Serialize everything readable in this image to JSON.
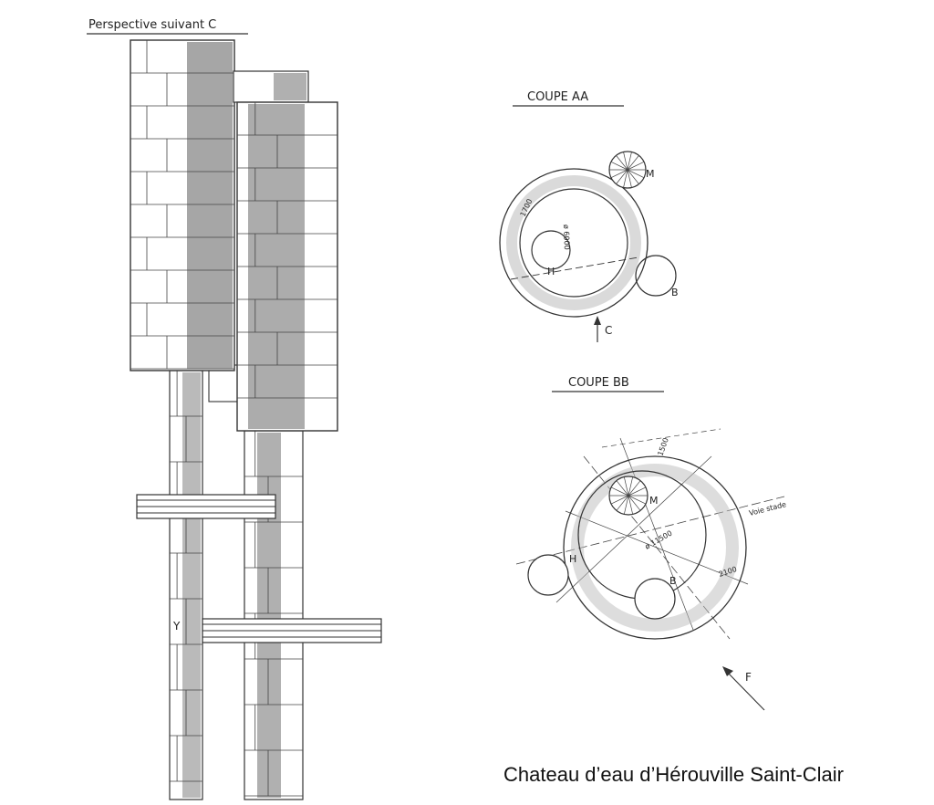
{
  "perspective_title": "Perspective suivant C",
  "section_aa": {
    "title": "COUPE AA",
    "labels": {
      "m": "M",
      "h": "H",
      "b": "B",
      "c": "C"
    },
    "dims": {
      "a": "1700",
      "b": "ø 6000"
    }
  },
  "section_bb": {
    "title": "COUPE BB",
    "labels": {
      "m": "M",
      "h": "H",
      "b": "B",
      "f": "F"
    },
    "dims": {
      "a": "1500",
      "b": "ø 11500",
      "c": "2100",
      "d": "Voie stade"
    }
  },
  "caption": "Chateau d’eau d’Hérouville Saint-Clair",
  "colors": {
    "ink": "#333333",
    "texture": "#3a3a3a",
    "paper": "#ffffff"
  }
}
